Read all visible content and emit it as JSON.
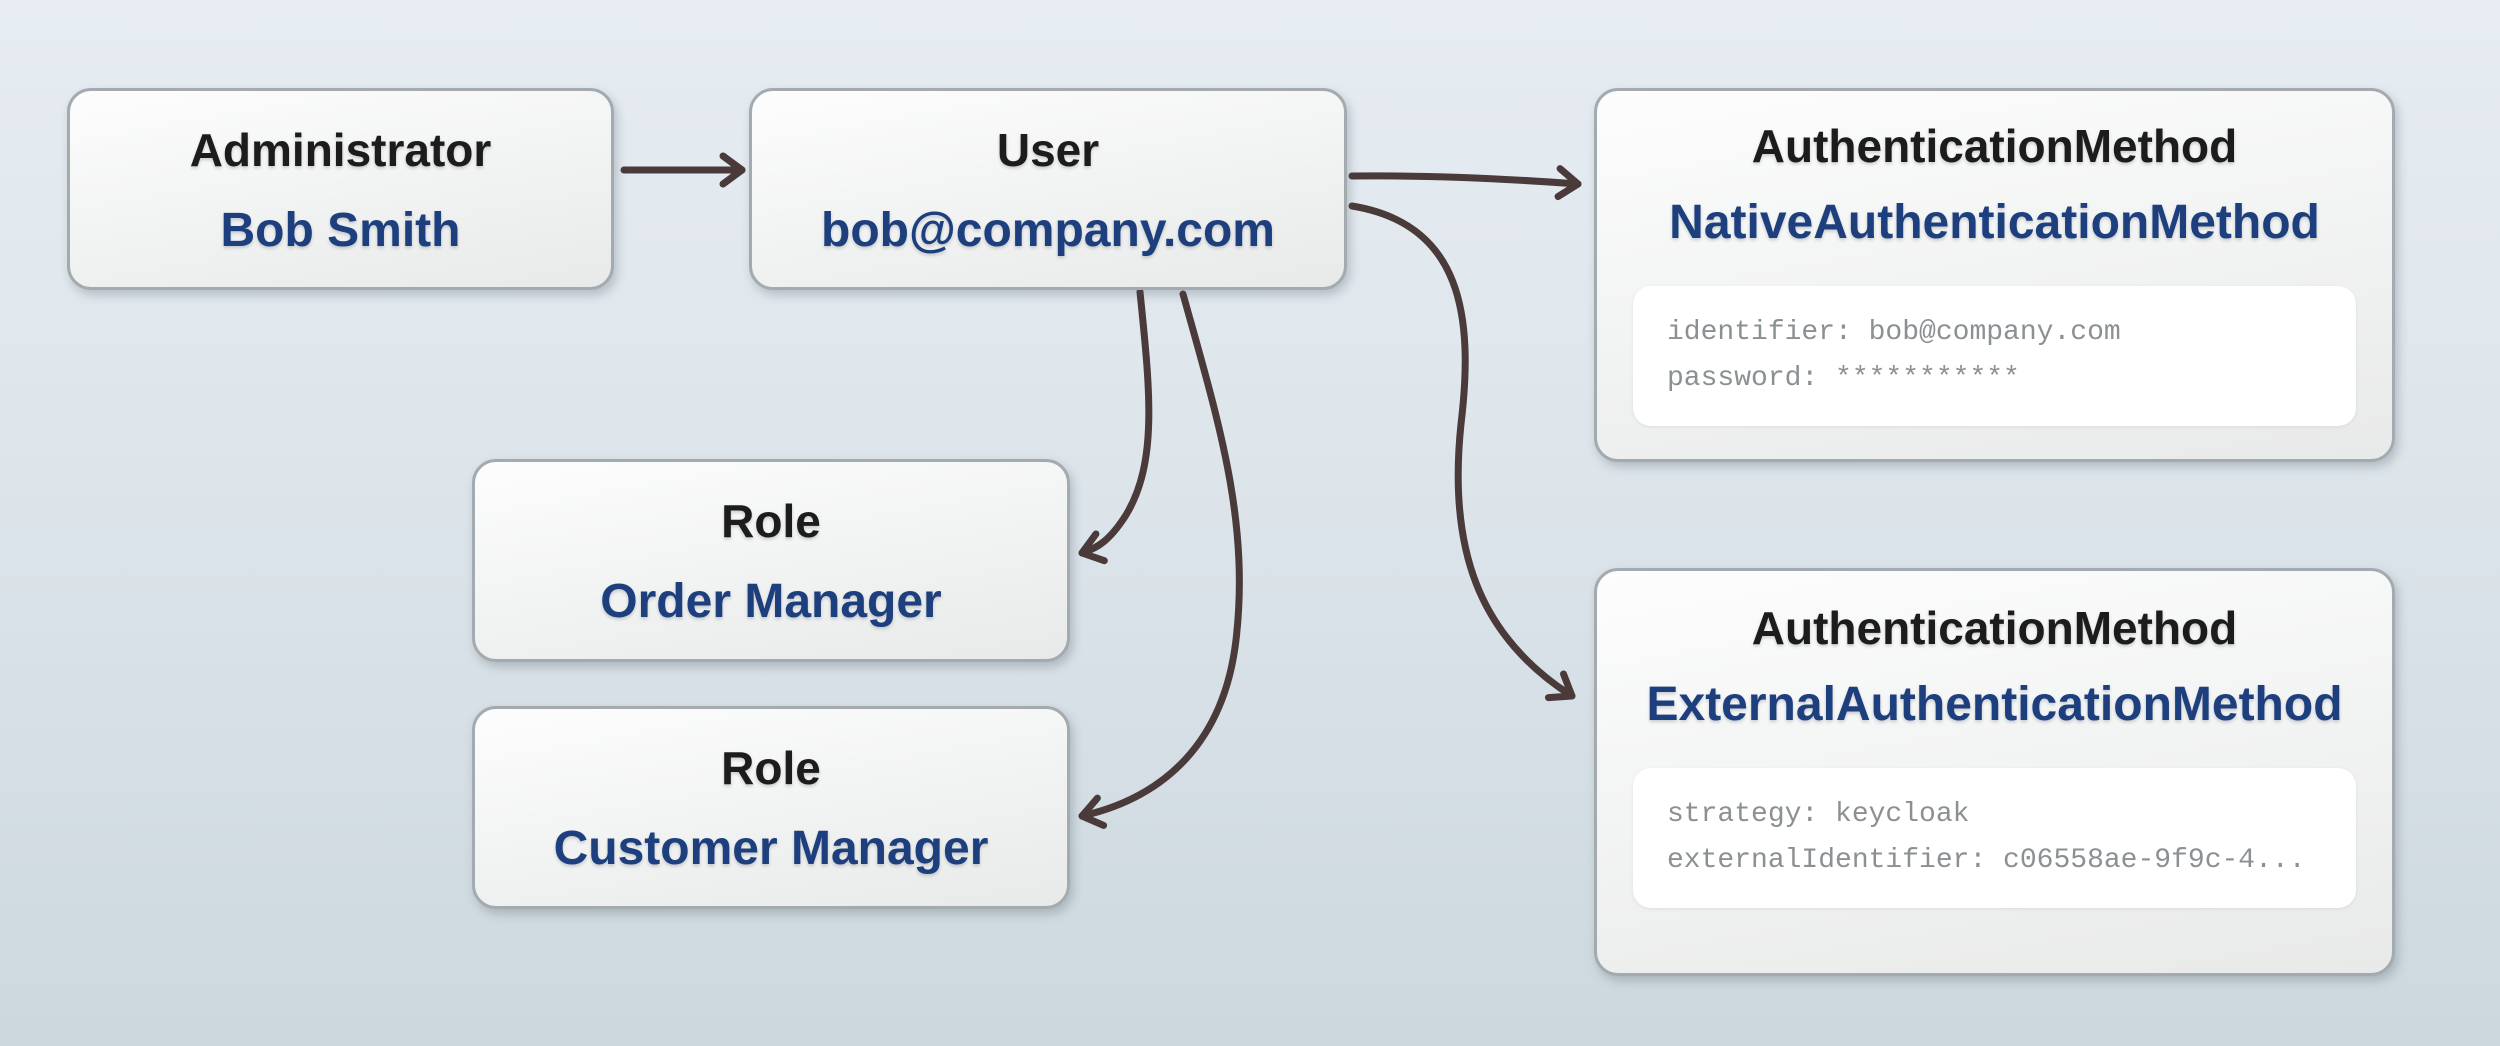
{
  "diagram": {
    "nodes": [
      {
        "id": "administrator",
        "type": "Administrator",
        "name": "Bob Smith"
      },
      {
        "id": "user",
        "type": "User",
        "name": "bob@company.com"
      },
      {
        "id": "native-auth",
        "type": "AuthenticationMethod",
        "name": "NativeAuthenticationMethod",
        "code_lines": [
          "identifier: bob@company.com",
          "password: ***********"
        ]
      },
      {
        "id": "role-order",
        "type": "Role",
        "name": "Order Manager"
      },
      {
        "id": "role-customer",
        "type": "Role",
        "name": "Customer Manager"
      },
      {
        "id": "external-auth",
        "type": "AuthenticationMethod",
        "name": "ExternalAuthenticationMethod",
        "code_lines": [
          "strategy: keycloak",
          "externalIdentifier: c06558ae-9f9c-4..."
        ]
      }
    ],
    "edges": [
      {
        "from": "administrator",
        "to": "user"
      },
      {
        "from": "user",
        "to": "native-auth"
      },
      {
        "from": "user",
        "to": "external-auth"
      },
      {
        "from": "user",
        "to": "role-order"
      },
      {
        "from": "user",
        "to": "role-customer"
      }
    ],
    "colors": {
      "bg_top": "#e6ecf2",
      "bg_mid": "#dde5eb",
      "bg_bottom": "#ccd8de",
      "box_fill_top": "#fdfdfd",
      "box_fill_bottom": "#e8e9e9",
      "box_border": "#a3abb0",
      "type_text": "#1c1c1c",
      "name_text": "#1e3f7d",
      "code_text": "#8b9093",
      "code_bg": "#ffffff",
      "arrow": "#4a3a3a"
    }
  }
}
